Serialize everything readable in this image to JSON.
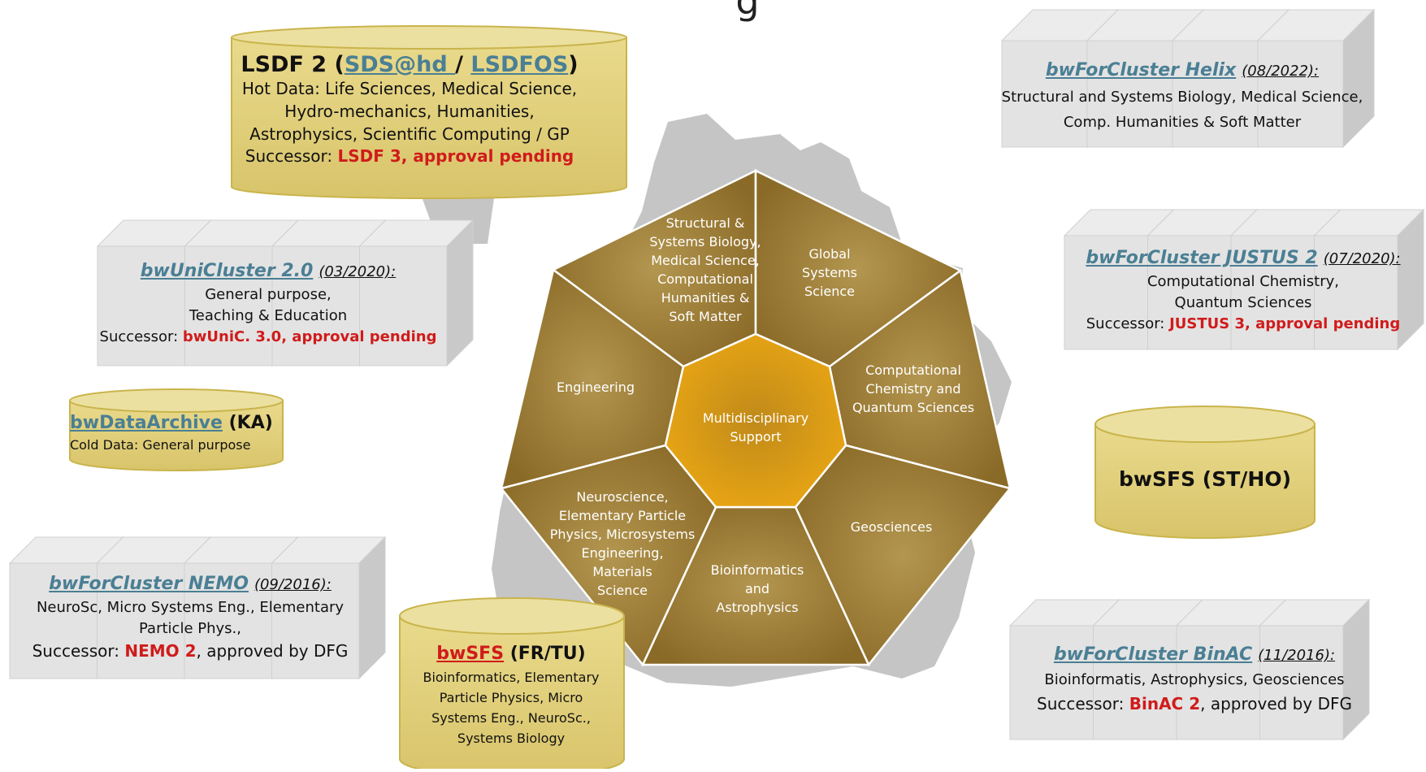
{
  "heading_fragment": "g",
  "center": {
    "label": [
      "Multidisciplinary",
      "Support"
    ]
  },
  "sectors": [
    {
      "id": "structural",
      "lines": [
        "Structural &",
        "Systems Biology,",
        "Medical Science,",
        "Computational",
        "Humanities &",
        "Soft Matter"
      ]
    },
    {
      "id": "global",
      "lines": [
        "Global",
        "Systems",
        "Science"
      ]
    },
    {
      "id": "chemistry",
      "lines": [
        "Computational",
        "Chemistry and",
        "Quantum Sciences"
      ]
    },
    {
      "id": "geo",
      "lines": [
        "Geosciences"
      ]
    },
    {
      "id": "bioinf",
      "lines": [
        "Bioinformatics",
        "and",
        "Astrophysics"
      ]
    },
    {
      "id": "neuro",
      "lines": [
        "Neuroscience,",
        "Elementary Particle",
        "Physics, Microsystems",
        "Engineering,",
        "Materials",
        "Science"
      ]
    },
    {
      "id": "eng",
      "lines": [
        "Engineering"
      ]
    }
  ],
  "boxes": {
    "lsdf": {
      "title_prefix": "LSDF 2 (",
      "link1": "SDS@hd ",
      "sep": "/ ",
      "link2": "LSDFOS",
      "title_suffix": ")",
      "lines": [
        "Hot Data: Life Sciences, Medical Science,",
        "Hydro-mechanics, Humanities,",
        "Astrophysics, Scientific Computing / GP"
      ],
      "successor_label": "Successor: ",
      "successor_value": "LSDF 3, approval pending"
    },
    "helix": {
      "name": "bwForCluster Helix",
      "date": "(08/2022):",
      "lines": [
        "Structural and Systems Biology, Medical Science,",
        "Comp. Humanities & Soft Matter"
      ]
    },
    "uni": {
      "name": "bwUniCluster 2.0",
      "date": "(03/2020):",
      "lines": [
        "General purpose,",
        "Teaching & Education"
      ],
      "successor_label": "Successor: ",
      "successor_value": "bwUniC. 3.0, approval pending"
    },
    "justus": {
      "name": "bwForCluster JUSTUS 2",
      "date": "(07/2020):",
      "lines": [
        "Computational Chemistry,",
        "Quantum Sciences"
      ],
      "successor_label": "Successor: ",
      "successor_value": "JUSTUS 3, approval pending"
    },
    "archive": {
      "name": "bwDataArchive",
      "suffix": " (KA)",
      "line": "Cold Data: General purpose"
    },
    "sfs_st": {
      "title": "bwSFS (ST/HO)"
    },
    "nemo": {
      "name": "bwForCluster NEMO",
      "date": "(09/2016):",
      "lines": [
        "NeuroSc, Micro Systems Eng., Elementary",
        "Particle Phys.,"
      ],
      "successor_label": "Successor: ",
      "successor_value": "NEMO 2",
      "successor_rest": ", approved by DFG"
    },
    "sfs_fr": {
      "name": "bwSFS",
      "suffix": " (FR/TU)",
      "lines": [
        "Bioinformatics, Elementary",
        "Particle Physics, Micro",
        "Systems Eng., NeuroSc.,",
        "Systems Biology"
      ]
    },
    "binac": {
      "name": "bwForCluster BinAC",
      "date": "(11/2016):",
      "lines": [
        "Bioinformatis, Astrophysics, Geosciences"
      ],
      "successor_label": "Successor: ",
      "successor_value": "BinAC 2",
      "successor_rest": ", approved by DFG"
    }
  },
  "colors": {
    "wedge": "#8b6a28",
    "wedge_light": "#a98a45",
    "hub": "#e3a312",
    "storage": "#e6d582",
    "storage_edge": "#c9b44c",
    "cluster": "#e2e2e2",
    "map": "#c4c4c4",
    "link": "#4a7f94",
    "alert": "#d01b1b"
  }
}
